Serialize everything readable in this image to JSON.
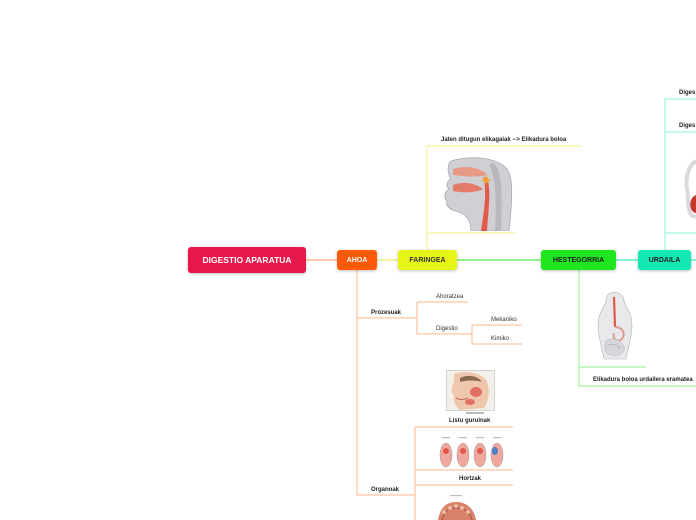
{
  "root": {
    "label": "DIGESTIO APARATUA",
    "color": "#E8174B"
  },
  "nodes": {
    "ahoa": {
      "label": "AHOA",
      "color": "#FF5A0A"
    },
    "faringea": {
      "label": "FARINGEA",
      "color": "#E6F516"
    },
    "hestegorria": {
      "label": "HESTEGORRIA",
      "color": "#1FE61F"
    },
    "urdaila": {
      "label": "URDAILA",
      "color": "#12E8B4"
    }
  },
  "faringea_branch": {
    "label": "Jaten ditugun elikagaiak --> Elikadura boloa",
    "line_color": "#F0F27A"
  },
  "ahoa_branch": {
    "line_color": "#FFB48A",
    "prozesuak": {
      "label": "Prozesuak"
    },
    "ahoratzea": {
      "label": "Ahoratzea"
    },
    "digestio": {
      "label": "Digestio"
    },
    "mekaniko": {
      "label": "Mekaniko"
    },
    "kimiko": {
      "label": "Kimiko"
    },
    "organoak": {
      "label": "Organoak"
    },
    "listu": {
      "label": "Listu guruinak"
    },
    "hortzak": {
      "label": "Hortzak"
    }
  },
  "hestegorria_branch": {
    "label": "Elikadura boloa urdailera eramatea",
    "line_color": "#8CF08C"
  },
  "urdaila_branch": {
    "label_1": "Diges",
    "label_2": "Diges",
    "line_color": "#8AF2DB"
  },
  "images": {
    "head": "pharynx-head-illustration",
    "esophagus": "esophagus-illustration",
    "face": "salivary-face-illustration",
    "glands": "salivary-glands-illustration",
    "teeth": "teeth-illustration",
    "stomach": "stomach-illustration"
  }
}
